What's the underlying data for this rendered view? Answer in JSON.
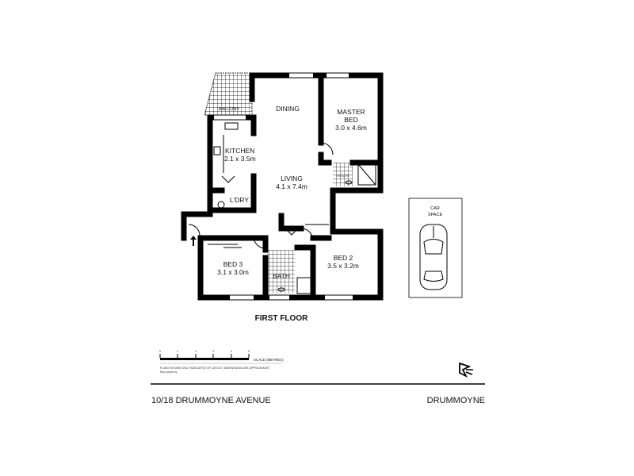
{
  "plan": {
    "floor_label": "FIRST FLOOR",
    "rooms": {
      "balcony": {
        "name": "BALCONY"
      },
      "dining": {
        "name": "DINING"
      },
      "master_bed": {
        "name_line1": "MASTER",
        "name_line2": "BED",
        "size": "3.0 x 4.6m"
      },
      "ensuite": {
        "name": "ENSUITE"
      },
      "kitchen": {
        "name": "KITCHEN",
        "size": "2.1 x 3.5m"
      },
      "living": {
        "name": "LIVING",
        "size": "4.1 x 7.4m"
      },
      "laundry": {
        "name": "L'DRY"
      },
      "bed3": {
        "name": "BED 3",
        "size": "3.1 x 3.0m"
      },
      "bath": {
        "name": "BATH"
      },
      "bed2": {
        "name": "BED 2",
        "size": "3.5 x 3.2m"
      }
    },
    "car_space": {
      "line1": "CAR",
      "line2": "SPACE"
    }
  },
  "scale": {
    "ticks": [
      "0",
      "1",
      "2",
      "3",
      "4",
      "5"
    ],
    "label": "SCALE (METRES)"
  },
  "disclaimer": {
    "line1": "PLANS SHOWN ONLY INDICATIVE OF LAYOUT. DIMENSIONS ARE APPROXIMATE",
    "line2": "floor plans by"
  },
  "footer": {
    "address": "10/18 DRUMMOYNE AVENUE",
    "suburb": "DRUMMOYNE"
  }
}
